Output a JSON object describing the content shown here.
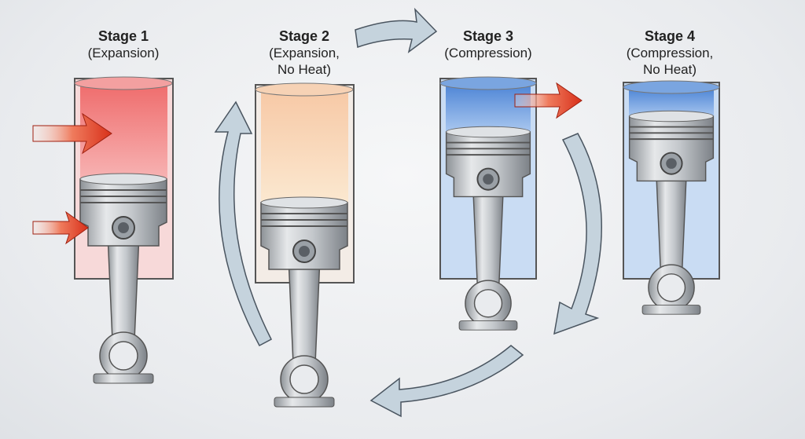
{
  "title_stages": [
    {
      "title": "Stage 1",
      "subtitle_line1": "(Expansion)",
      "subtitle_line2": ""
    },
    {
      "title": "Stage 2",
      "subtitle_line1": "(Expansion,",
      "subtitle_line2": "No Heat)"
    },
    {
      "title": "Stage 3",
      "subtitle_line1": "(Compression)",
      "subtitle_line2": ""
    },
    {
      "title": "Stage 4",
      "subtitle_line1": "(Compression,",
      "subtitle_line2": "No Heat)"
    }
  ],
  "colors": {
    "hot": "#ee5a5a",
    "warm": "#f7cfa8",
    "cold": "#5d8fd8",
    "heat_arrow": "#e03a1e",
    "cycle_arrow": "#c5d3dd"
  }
}
